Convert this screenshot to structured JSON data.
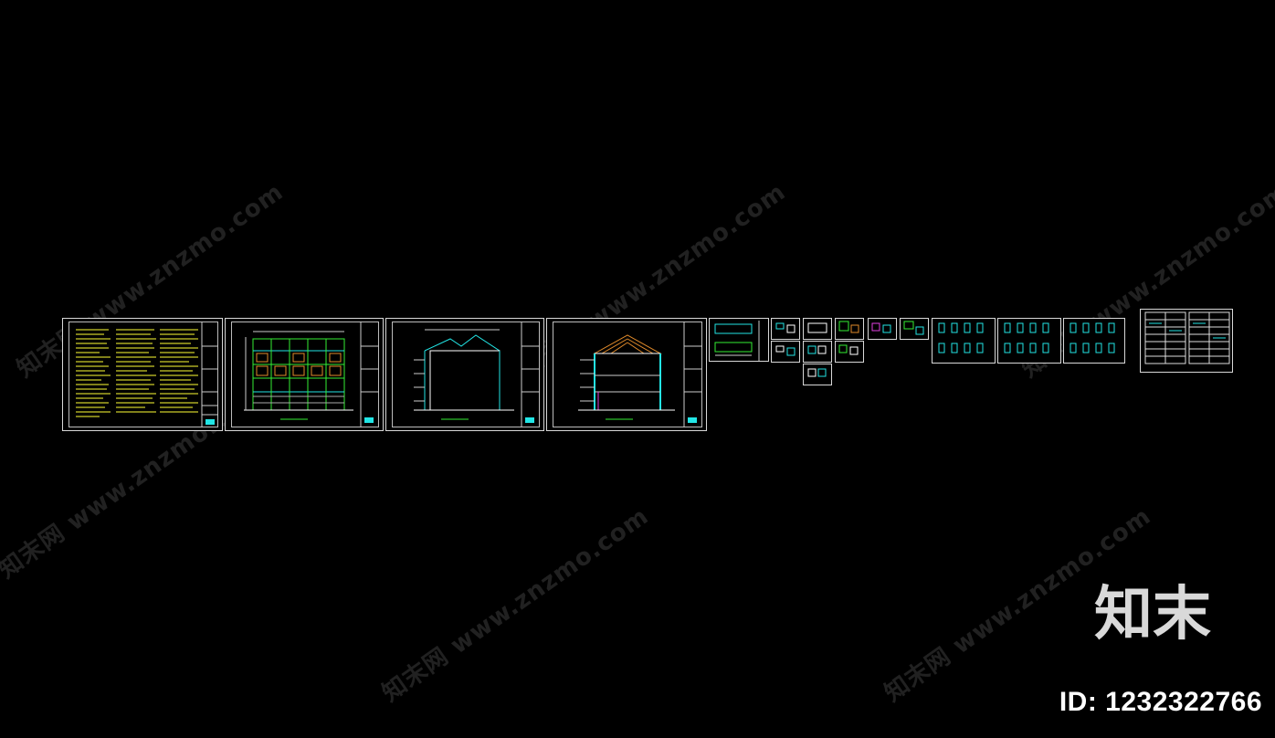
{
  "brand": {
    "logo_text": "知末"
  },
  "image_id": "ID: 1232322766",
  "watermark": {
    "text": "知末网 www.znzmo.com"
  },
  "colors": {
    "background": "#000000",
    "frame": "#d8d8d8",
    "yellow_text": "#ffff33",
    "cyan": "#22e5e5",
    "green": "#33ee33",
    "orange": "#e08a2a",
    "magenta": "#e040e0"
  },
  "drawing_sheets": [
    {
      "kind": "design-notes",
      "icon": "notes-sheet-icon"
    },
    {
      "kind": "front-elevation",
      "icon": "elevation-sheet-icon"
    },
    {
      "kind": "side-elevation",
      "icon": "elevation-sheet-icon"
    },
    {
      "kind": "section",
      "icon": "section-sheet-icon"
    },
    {
      "kind": "plan-small",
      "icon": "plan-sheet-icon"
    },
    {
      "kind": "detail-cluster",
      "icon": "detail-sheet-icon"
    },
    {
      "kind": "detail-strip",
      "icon": "detail-sheet-icon"
    },
    {
      "kind": "schedule-table",
      "icon": "table-sheet-icon"
    }
  ]
}
